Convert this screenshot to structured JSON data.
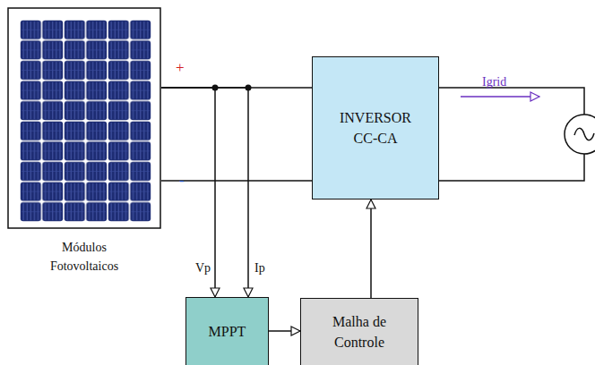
{
  "diagram": {
    "nodes": [
      {
        "text": [
          "Módulos Fotovoltaicos"
        ]
      },
      {
        "text": [
          "INVERSOR CC-CA"
        ]
      },
      {
        "text": [
          "MPPT"
        ]
      },
      {
        "text": [
          "Malha de Controle"
        ]
      }
    ],
    "edges": [
      {
        "from": 0,
        "to": 1,
        "arrow": "none"
      },
      {
        "from": 0,
        "to": 1,
        "arrow": "none"
      },
      {
        "from": 0,
        "to": 2,
        "arrow": "to",
        "label": "Vp"
      },
      {
        "from": 0,
        "to": 2,
        "arrow": "to",
        "label": "Ip"
      },
      {
        "from": 2,
        "to": 3,
        "arrow": "to"
      },
      {
        "from": 3,
        "to": 1,
        "arrow": "to"
      }
    ],
    "labels": [
      "+",
      "-",
      "Igrid"
    ]
  }
}
